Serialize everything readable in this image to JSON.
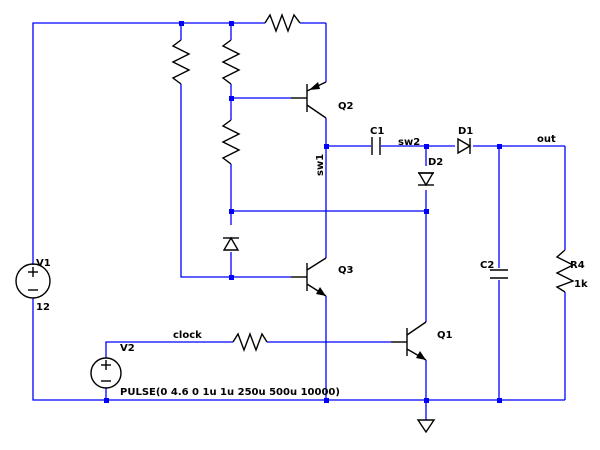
{
  "components": {
    "V1": {
      "ref": "V1",
      "value": "12"
    },
    "V2": {
      "ref": "V2",
      "value": "PULSE(0 4.6 0 1u 1u 250u 500u 10000)"
    },
    "Q1": {
      "ref": "Q1"
    },
    "Q2": {
      "ref": "Q2"
    },
    "Q3": {
      "ref": "Q3"
    },
    "C1": {
      "ref": "C1"
    },
    "C2": {
      "ref": "C2"
    },
    "D1": {
      "ref": "D1"
    },
    "D2": {
      "ref": "D2"
    },
    "R4": {
      "ref": "R4",
      "value": "1k"
    }
  },
  "nets": {
    "clock": "clock",
    "sw1": "sw1",
    "sw2": "sw2",
    "out": "out"
  },
  "colors": {
    "wire": "#0000ff",
    "component": "#000000",
    "label": "#000000"
  },
  "icons": {
    "ground": "ground-icon",
    "voltage_source": "voltage-source-icon",
    "resistor": "resistor-icon",
    "capacitor": "capacitor-icon",
    "diode": "diode-icon",
    "npn": "npn-transistor-icon",
    "pnp": "pnp-transistor-icon"
  }
}
